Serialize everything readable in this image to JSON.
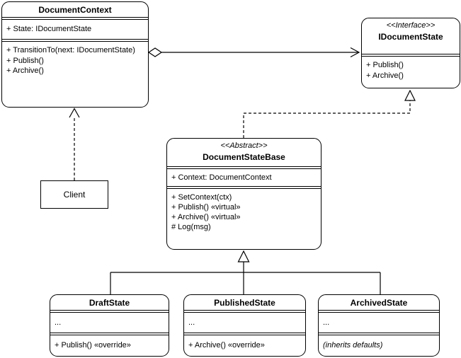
{
  "diagram": {
    "type": "uml-class-diagram",
    "colors": {
      "stroke": "#000000",
      "fill": "#ffffff",
      "background": "#ffffff"
    },
    "classes": {
      "document_context": {
        "title": "DocumentContext",
        "attributes": [
          "+ State: IDocumentState"
        ],
        "methods": [
          "+ TransitionTo(next: IDocumentState)",
          "+ Publish()",
          "+ Archive()"
        ]
      },
      "idocument_state": {
        "stereotype": "<<Interface>>",
        "title": "IDocumentState",
        "methods": [
          "+ Publish()",
          "+ Archive()"
        ]
      },
      "document_state_base": {
        "stereotype": "<<Abstract>>",
        "title": "DocumentStateBase",
        "attributes": [
          "+ Context: DocumentContext"
        ],
        "methods": [
          "+ SetContext(ctx)",
          "+ Publish() «virtual»",
          "+ Archive() «virtual»",
          "# Log(msg)"
        ]
      },
      "client": {
        "title": "Client"
      },
      "draft_state": {
        "title": "DraftState",
        "attributes": [
          "..."
        ],
        "methods": [
          "+ Publish() «override»"
        ]
      },
      "published_state": {
        "title": "PublishedState",
        "attributes": [
          "..."
        ],
        "methods": [
          "+ Archive() «override»"
        ]
      },
      "archived_state": {
        "title": "ArchivedState",
        "attributes": [
          "..."
        ],
        "methods": [
          "(inherits defaults)"
        ]
      }
    },
    "relationships": [
      {
        "from": "DocumentContext",
        "to": "IDocumentState",
        "type": "directed association with hollow aggregation diamond"
      },
      {
        "from": "Client",
        "to": "DocumentContext",
        "type": "dashed dependency with open arrowhead"
      },
      {
        "from": "DocumentStateBase",
        "to": "IDocumentState",
        "type": "dashed realization with hollow triangle"
      },
      {
        "from": "DraftState",
        "to": "DocumentStateBase",
        "type": "generalization"
      },
      {
        "from": "PublishedState",
        "to": "DocumentStateBase",
        "type": "generalization"
      },
      {
        "from": "ArchivedState",
        "to": "DocumentStateBase",
        "type": "generalization"
      }
    ]
  }
}
